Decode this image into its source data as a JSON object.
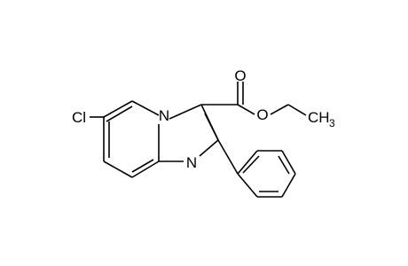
{
  "molecule": {
    "atoms": {
      "chlorine": "Cl",
      "bridgehead_nitrogen": "N",
      "ring_nitrogen": "N",
      "carbonyl_oxygen": "O",
      "ester_oxygen": "O",
      "methyl": "CH",
      "methyl_subscript": "3"
    }
  }
}
